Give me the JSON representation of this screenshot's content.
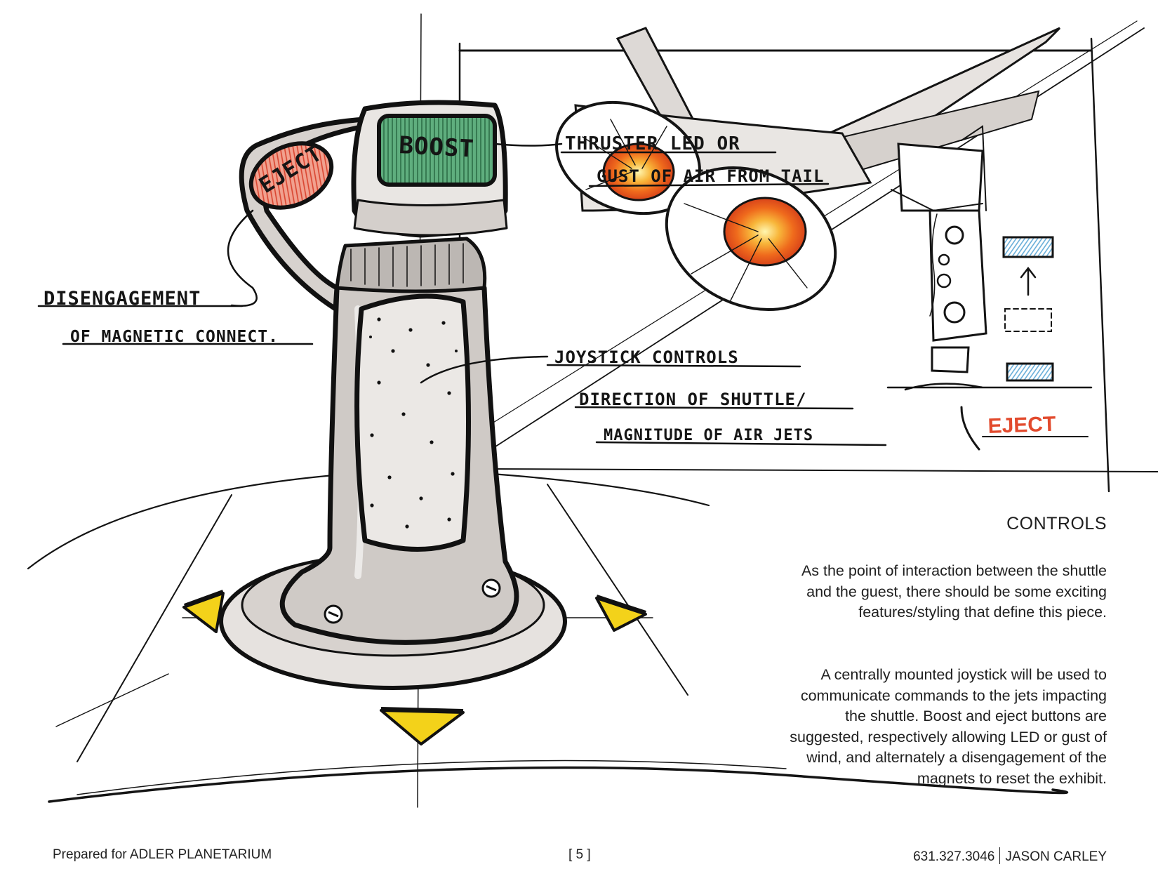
{
  "sketch": {
    "button_boost": "BOOST",
    "button_eject": "EJECT",
    "panel_eject": "EJECT",
    "annotations": {
      "disengage_1": "DISENGAGEMENT",
      "disengage_2": "OF MAGNETIC CONNECT.",
      "thruster_1": "THRUSTER LED OR",
      "thruster_2": "GUST OF AIR FROM TAIL",
      "joystick_1": "JOYSTICK CONTROLS",
      "joystick_2": "DIRECTION OF SHUTTLE/",
      "joystick_3": "MAGNITUDE OF AIR JETS"
    },
    "colors": {
      "boost": "#3f8a5e",
      "eject": "#d9432e",
      "thruster_glow": "#f07a1e",
      "indicator": "#f3d21a",
      "panel_blue": "#5da8d6"
    }
  },
  "section": {
    "title": "CONTROLS",
    "paragraph_1": "As the point of interaction between the shuttle and the guest, there should be some exciting features/styling that define this piece.",
    "paragraph_2": "A centrally mounted joystick will be used to communicate commands to the jets impacting the shuttle. Boost and eject buttons are suggested, respectively allowing LED or gust of wind, and alternately a disengagement of the magnets to reset the exhibit."
  },
  "footer": {
    "prepared_for": "Prepared for ADLER PLANETARIUM",
    "page_number": "[ 5 ]",
    "phone": "631.327.3046",
    "author": "JASON CARLEY"
  }
}
